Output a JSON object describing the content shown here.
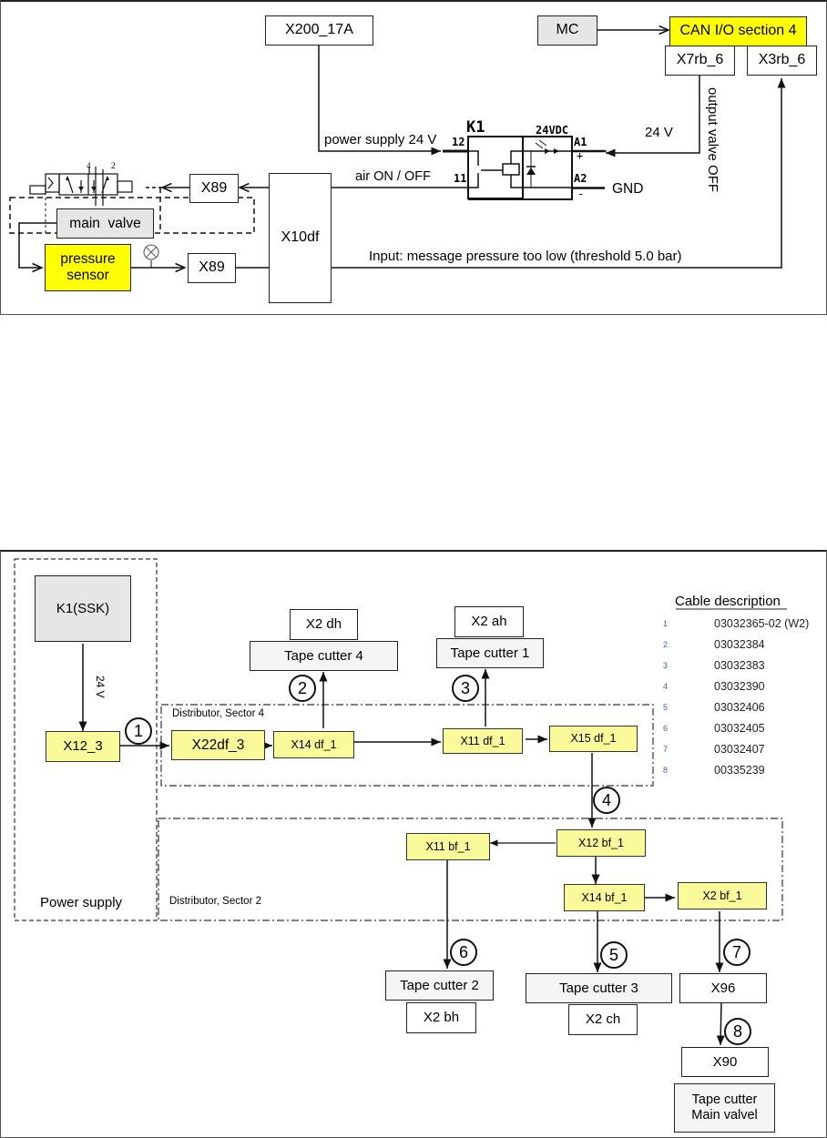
{
  "top_diagram": {
    "boxes": {
      "x200": "X200_17A",
      "mc": "MC",
      "can_io": "CAN I/O section 4",
      "x7rb": "X7rb_6",
      "x3rb": "X3rb_6",
      "x89_top": "X89",
      "x89_bottom": "X89",
      "x10df": "X10df",
      "main_valve": "main  valve",
      "pressure_sensor": "pressure sensor"
    },
    "labels": {
      "power_supply": "power supply 24 V",
      "air_on_off": "air ON / OFF",
      "v24": "24 V",
      "gnd": "GND",
      "output_valve_off": "output valve OFF",
      "input_message": "Input: message pressure too low (threshold 5.0 bar)",
      "valve_port_4": "4",
      "valve_port_2": "2"
    },
    "relay": {
      "name": "K1",
      "rating": "24VDC",
      "pin_12": "12",
      "pin_11": "11",
      "pin_a1": "A1",
      "pin_a2": "A2",
      "plus": "+",
      "minus": "-"
    },
    "colors": {
      "highlight": "#ffff00",
      "gray_box": "#e6e6e6"
    }
  },
  "bottom_diagram": {
    "groups": {
      "power_supply": "Power supply",
      "sector4": "Distributor, Sector 4",
      "sector2": "Distributor, Sector 2"
    },
    "boxes": {
      "k1ssk": "K1(SSK)",
      "x12_3": "X12_3",
      "x22df_3": "X22df_3",
      "x14df_1": "X14 df_1",
      "x11df_1": "X11 df_1",
      "x15df_1": "X15 df_1",
      "x12bf_1": "X12 bf_1",
      "x11bf_1": "X11 bf_1",
      "x14bf_1": "X14 bf_1",
      "x2bf_1": "X2 bf_1",
      "x2dh": "X2 dh",
      "tape4": "Tape cutter 4",
      "x2ah": "X2 ah",
      "tape1": "Tape cutter 1",
      "tape2": "Tape cutter 2",
      "x2bh": "X2 bh",
      "tape3": "Tape cutter 3",
      "x2ch": "X2 ch",
      "x96": "X96",
      "x90": "X90",
      "tape_main_1": "Tape cutter",
      "tape_main_2": "Main valvel"
    },
    "voltage_label": "24 V",
    "cable_markers": [
      "1",
      "2",
      "3",
      "4",
      "5",
      "6",
      "7",
      "8"
    ],
    "cable_description": {
      "title": "Cable description",
      "rows": [
        {
          "num": "1",
          "code": "03032365-02 (W2)"
        },
        {
          "num": "2",
          "code": "03032384"
        },
        {
          "num": "3",
          "code": "03032383"
        },
        {
          "num": "4",
          "code": "03032390"
        },
        {
          "num": "5",
          "code": "03032406"
        },
        {
          "num": "6",
          "code": "03032405"
        },
        {
          "num": "7",
          "code": "03032407"
        },
        {
          "num": "8",
          "code": "00335239"
        }
      ]
    },
    "colors": {
      "connector_fill": "#fafa9a",
      "gray_box": "#e6e6e6"
    }
  }
}
